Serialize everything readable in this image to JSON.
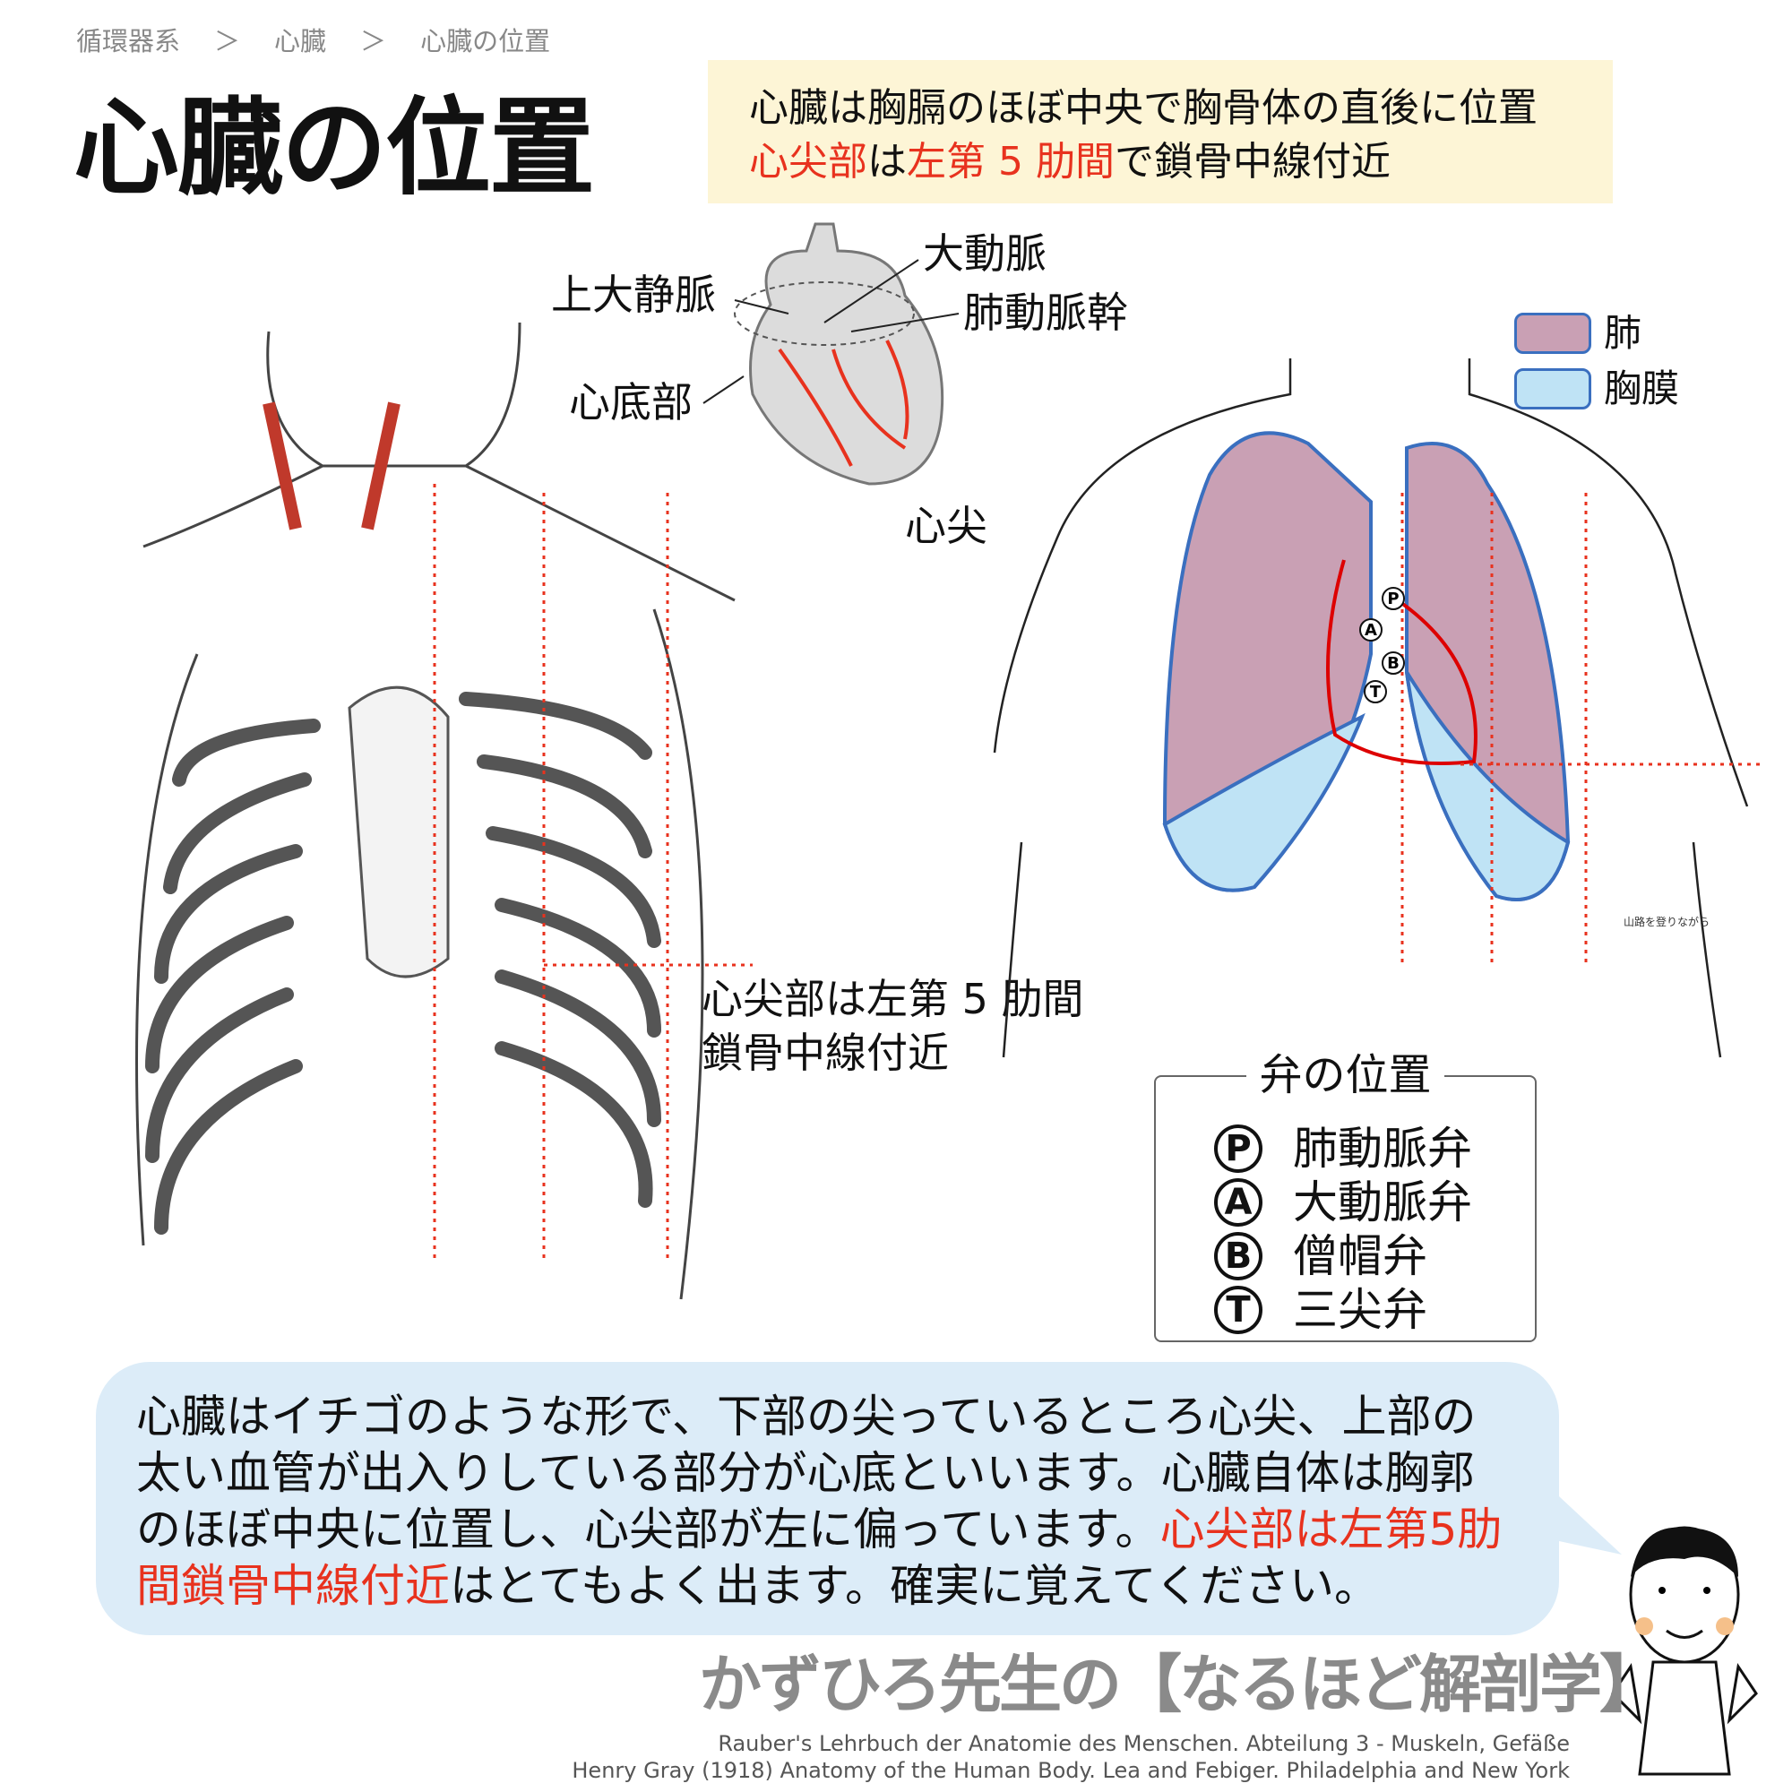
{
  "breadcrumb": [
    "循環器系",
    "＞",
    "心臓",
    "＞",
    "心臓の位置"
  ],
  "title": "心臓の位置",
  "note": {
    "line1": "心臓は胸膈のほぼ中央で胸骨体の直後に位置",
    "line2_parts": [
      {
        "t": "心尖部",
        "red": true
      },
      {
        "t": "は",
        "red": false
      },
      {
        "t": "左第 5 肋間",
        "red": true
      },
      {
        "t": "で鎖骨中線付近",
        "red": false
      }
    ]
  },
  "heart_labels": {
    "svc": "上大静脈",
    "aorta": "大動脈",
    "pulmonary_trunk": "肺動脈幹",
    "base": "心底部",
    "apex": "心尖"
  },
  "apex_note": {
    "line1": "心尖部は左第 5 肋間",
    "line2": "鎖骨中線付近"
  },
  "legend": {
    "lung": "肺",
    "pleura": "胸膜",
    "colors": {
      "lung": "#c9a0b4",
      "pleura": "#bfe3f5",
      "border": "#3a6fbf"
    }
  },
  "signature": "山路を登りながら",
  "valves": {
    "title": "弁の位置",
    "items": [
      {
        "letter": "P",
        "name": "肺動脈弁"
      },
      {
        "letter": "A",
        "name": "大動脈弁"
      },
      {
        "letter": "B",
        "name": "僧帽弁"
      },
      {
        "letter": "T",
        "name": "三尖弁"
      }
    ]
  },
  "bubble": {
    "text1": "心臓はイチゴのような形で、下部の尖っているところ心尖、上部の太い血管が出入りしている部分が心底といいます。心臓自体は胸郭のほぼ中央に位置し、心尖部が左に偏っています。",
    "red": "心尖部は左第5肋間鎖骨中線付近",
    "text2": "はとてもよく出ます。確実に覚えてください。"
  },
  "brand": "かずひろ先生の【なるほど解剖学】",
  "citations": [
    "Rauber's Lehrbuch der Anatomie des Menschen. Abteilung 3 - Muskeln, Gefäße",
    "Henry Gray (1918) Anatomy of the Human Body. Lea and Febiger. Philadelphia and New York"
  ],
  "accent": "#e8321e"
}
